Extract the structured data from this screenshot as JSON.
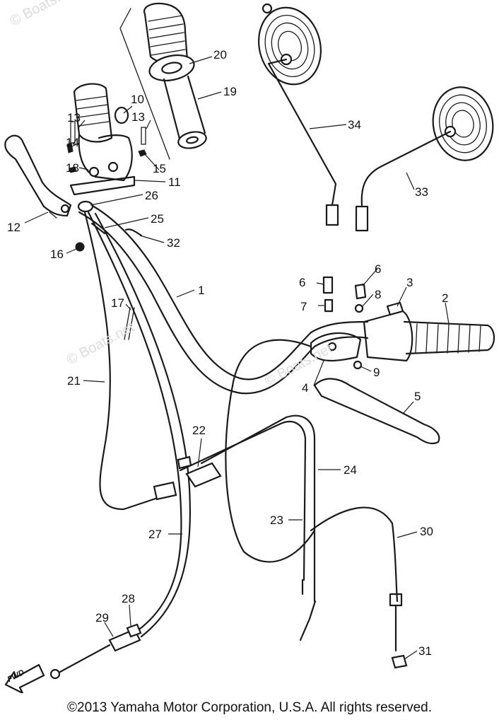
{
  "watermark": "© Boats.net",
  "copyright": "©2013 Yamaha Motor Corporation, U.S.A. All rights reserved.",
  "direction_label": "FWD",
  "callouts": [
    {
      "id": "20",
      "text": "20"
    },
    {
      "id": "19",
      "text": "19"
    },
    {
      "id": "10",
      "text": "10"
    },
    {
      "id": "13a",
      "text": "13"
    },
    {
      "id": "13b",
      "text": "13"
    },
    {
      "id": "14",
      "text": "14"
    },
    {
      "id": "18",
      "text": "18"
    },
    {
      "id": "15",
      "text": "15"
    },
    {
      "id": "11",
      "text": "11"
    },
    {
      "id": "26",
      "text": "26"
    },
    {
      "id": "25",
      "text": "25"
    },
    {
      "id": "12",
      "text": "12"
    },
    {
      "id": "32",
      "text": "32"
    },
    {
      "id": "16",
      "text": "16"
    },
    {
      "id": "34",
      "text": "34"
    },
    {
      "id": "33",
      "text": "33"
    },
    {
      "id": "1",
      "text": "1"
    },
    {
      "id": "17",
      "text": "17"
    },
    {
      "id": "6a",
      "text": "6"
    },
    {
      "id": "6b",
      "text": "6"
    },
    {
      "id": "3",
      "text": "3"
    },
    {
      "id": "2",
      "text": "2"
    },
    {
      "id": "8",
      "text": "8"
    },
    {
      "id": "7",
      "text": "7"
    },
    {
      "id": "9",
      "text": "9"
    },
    {
      "id": "4",
      "text": "4"
    },
    {
      "id": "5",
      "text": "5"
    },
    {
      "id": "21",
      "text": "21"
    },
    {
      "id": "22",
      "text": "22"
    },
    {
      "id": "24",
      "text": "24"
    },
    {
      "id": "23",
      "text": "23"
    },
    {
      "id": "27",
      "text": "27"
    },
    {
      "id": "30",
      "text": "30"
    },
    {
      "id": "28",
      "text": "28"
    },
    {
      "id": "29",
      "text": "29"
    },
    {
      "id": "31",
      "text": "31"
    }
  ]
}
